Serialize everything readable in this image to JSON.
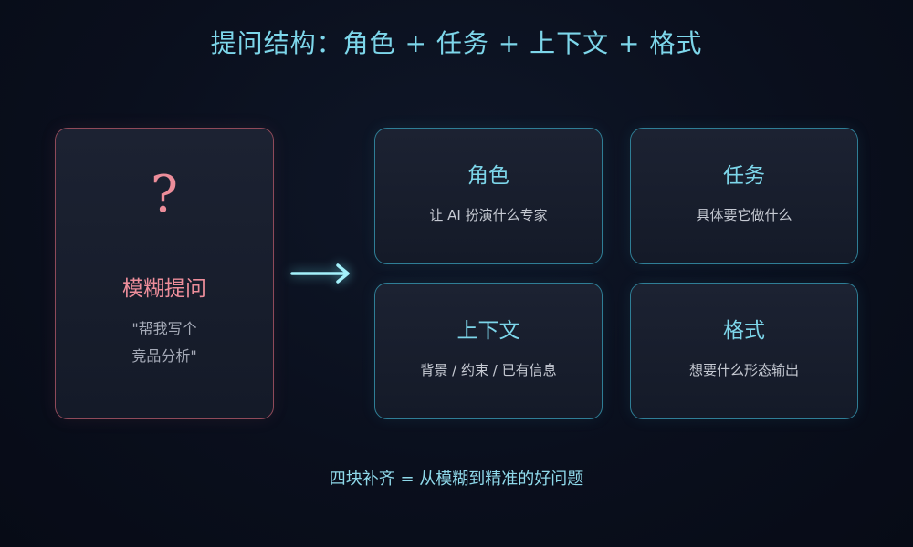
{
  "title": "提问结构：角色 + 任务 + 上下文 + 格式",
  "vague": {
    "symbol": "?",
    "label": "模糊提问",
    "quote_line1": "\"帮我写个",
    "quote_line2": "竞品分析\""
  },
  "parts": [
    {
      "title": "角色",
      "desc": "让 AI 扮演什么专家"
    },
    {
      "title": "任务",
      "desc": "具体要它做什么"
    },
    {
      "title": "上下文",
      "desc": "背景 / 约束 / 已有信息"
    },
    {
      "title": "格式",
      "desc": "想要什么形态输出"
    }
  ],
  "footer": "四块补齐 = 从模糊到精准的好问题",
  "colors": {
    "accent_cyan": "#7dd6ea",
    "accent_pink": "#ec8d9a",
    "background": "#0a0f1d"
  }
}
